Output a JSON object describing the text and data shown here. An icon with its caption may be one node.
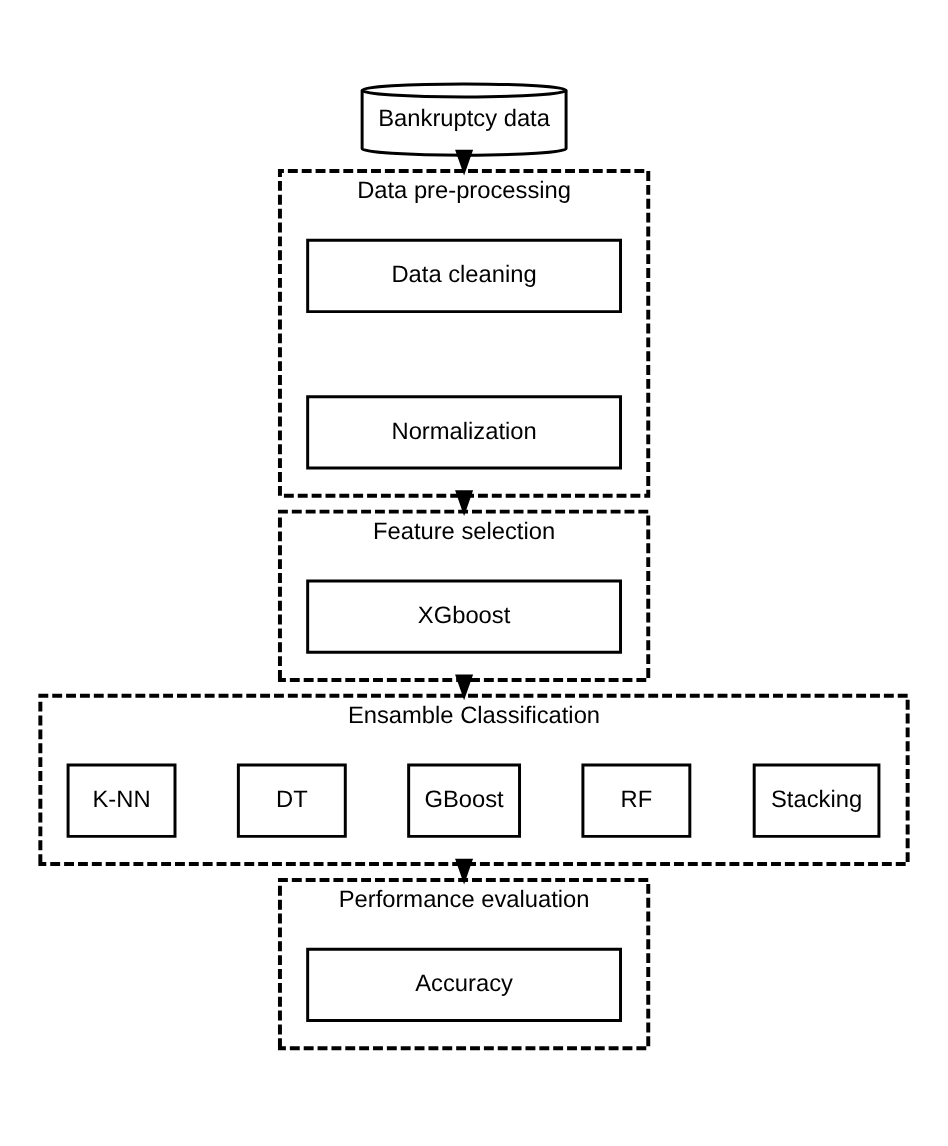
{
  "diagram": {
    "nodes": [
      {
        "text": [
          "Bankruptcy data"
        ]
      },
      {
        "text": [
          "Data pre-processing"
        ]
      },
      {
        "text": [
          "Data cleaning"
        ],
        "in": 1
      },
      {
        "text": [
          "Normalization"
        ],
        "in": 1
      },
      {
        "text": [
          "Feature selection"
        ]
      },
      {
        "text": [
          "XGboost"
        ],
        "in": 4
      },
      {
        "text": [
          "Ensamble Classification"
        ]
      },
      {
        "text": [
          "K-NN"
        ],
        "in": 6
      },
      {
        "text": [
          "DT"
        ],
        "in": 6
      },
      {
        "text": [
          "GBoost"
        ],
        "in": 6
      },
      {
        "text": [
          "RF"
        ],
        "in": 6
      },
      {
        "text": [
          "Stacking"
        ],
        "in": 6
      },
      {
        "text": [
          "Performance evaluation"
        ]
      },
      {
        "text": [
          "Accuracy"
        ],
        "in": 12
      }
    ],
    "edges": [
      {
        "from": 0,
        "to": 1,
        "arrow": "to"
      },
      {
        "from": 1,
        "to": 4,
        "arrow": "to"
      },
      {
        "from": 4,
        "to": 6,
        "arrow": "to"
      },
      {
        "from": 6,
        "to": 12,
        "arrow": "to"
      }
    ]
  }
}
